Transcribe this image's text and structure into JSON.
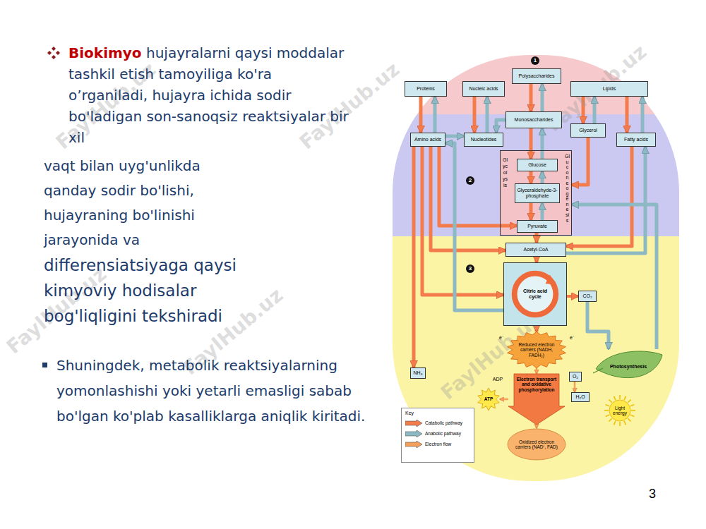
{
  "diagram": {
    "nodes": [
      {
        "text": [
          "Polysaccharides"
        ]
      },
      {
        "text": [
          "Proteins"
        ]
      },
      {
        "text": [
          "Nucleic acids"
        ]
      },
      {
        "text": [
          "Lipids"
        ]
      },
      {
        "text": [
          "Monosaccharides"
        ]
      },
      {
        "text": [
          "Glycerol"
        ]
      },
      {
        "text": [
          "Amino acids"
        ]
      },
      {
        "text": [
          "Nucleotides"
        ]
      },
      {
        "text": [
          "Fatty acids"
        ]
      },
      {
        "text": [
          "Glycolysis",
          "Gluconeogenesis"
        ]
      },
      {
        "text": [
          "Glucose"
        ],
        "in": 9
      },
      {
        "text": [
          "Glyceraldehyde-3-phosphate"
        ],
        "in": 9
      },
      {
        "text": [
          "Pyruvate"
        ],
        "in": 9
      },
      {
        "text": [
          "Acetyl-CoA"
        ]
      },
      {
        "text": [
          "Citric acid cycle"
        ]
      },
      {
        "text": [
          "CO₂"
        ]
      },
      {
        "text": [
          "Reduced electron carriers (NADH, FADH₂)"
        ]
      },
      {
        "text": [
          "Electron transport and oxidative phosphorylation"
        ]
      },
      {
        "text": [
          "Oxidized electron carriers (NAD⁺, FAD)"
        ]
      },
      {
        "text": [
          "NH₃"
        ]
      },
      {
        "text": [
          "ATP"
        ]
      },
      {
        "text": [
          "O₂"
        ]
      },
      {
        "text": [
          "H₂O"
        ]
      },
      {
        "text": [
          "Photosynthesis"
        ]
      },
      {
        "text": [
          "Light energy"
        ]
      }
    ],
    "edges": [
      {
        "from": 1,
        "to": 6,
        "arrow": "to"
      },
      {
        "from": 6,
        "to": 1,
        "arrow": "to"
      },
      {
        "from": 2,
        "to": 7,
        "arrow": "to"
      },
      {
        "from": 7,
        "to": 2,
        "arrow": "to"
      },
      {
        "from": 0,
        "to": 4,
        "arrow": "to"
      },
      {
        "from": 4,
        "to": 0,
        "arrow": "to"
      },
      {
        "from": 3,
        "to": 5,
        "arrow": "to"
      },
      {
        "from": 5,
        "to": 3,
        "arrow": "to"
      },
      {
        "from": 3,
        "to": 8,
        "arrow": "to"
      },
      {
        "from": 8,
        "to": 3,
        "arrow": "to"
      },
      {
        "from": 4,
        "to": 7,
        "arrow": "to"
      },
      {
        "from": 4,
        "to": 10,
        "arrow": "to"
      },
      {
        "from": 10,
        "to": 4,
        "arrow": "to"
      },
      {
        "from": 10,
        "to": 11,
        "arrow": "to"
      },
      {
        "from": 11,
        "to": 10,
        "arrow": "to"
      },
      {
        "from": 11,
        "to": 12,
        "arrow": "to"
      },
      {
        "from": 12,
        "to": 11,
        "arrow": "to"
      },
      {
        "from": 12,
        "to": 13,
        "arrow": "to"
      },
      {
        "from": 13,
        "to": 14,
        "arrow": "to"
      },
      {
        "from": 14,
        "to": 15,
        "arrow": "to"
      },
      {
        "from": 14,
        "to": 16,
        "arrow": "to"
      },
      {
        "from": 16,
        "to": 17,
        "arrow": "to"
      },
      {
        "from": 17,
        "to": 18,
        "arrow": "to"
      },
      {
        "from": 6,
        "to": 12,
        "arrow": "to"
      },
      {
        "from": 6,
        "to": 13,
        "arrow": "to"
      },
      {
        "from": 6,
        "to": 14,
        "arrow": "to"
      },
      {
        "from": 6,
        "to": 19,
        "arrow": "to"
      },
      {
        "from": 14,
        "to": 6,
        "arrow": "to"
      },
      {
        "from": 6,
        "to": 7,
        "arrow": "to"
      },
      {
        "from": 5,
        "to": 9,
        "arrow": "to"
      },
      {
        "from": 8,
        "to": 13,
        "arrow": "to"
      },
      {
        "from": 13,
        "to": 8,
        "arrow": "to"
      },
      {
        "from": 23,
        "to": 9,
        "arrow": "to"
      },
      {
        "from": 15,
        "to": 23,
        "arrow": "to"
      },
      {
        "from": 17,
        "to": 20,
        "arrow": "to"
      },
      {
        "from": 21,
        "to": 22,
        "arrow": "to"
      }
    ],
    "labels": [
      "Biokimyo",
      "hujayralarni qaysi moddalar tashkil etish tamoyiliga ko'ra o’rganiladi, hujayra ichida sodir bo'ladigan son-sanoqsiz reaktsiyalar bir xil",
      "vaqt bilan uyg'unlikda qanday sodir bo'lishi, hujayraning bo'linishi jarayonida va",
      "differensiatsiyaga qaysi kimyoviy hodisalar bog'liqligini tekshiradi",
      "Shuningdek, metabolik reaktsiyalarning yomonlashishi yoki yetarli emasligi sabab bo'lgan ko'plab kasalliklarga aniqlik kiritadi.",
      "1",
      "2",
      "3",
      "e⁻",
      "e⁻",
      "ADP",
      "Key",
      "3",
      "FaylHub.uz",
      "FaylHub.uz",
      "FaylHub.uz",
      "FaylHub.uz",
      "FaylHub.uz",
      "FaylHub.uz"
    ],
    "legend": [
      {
        "text": "Catabolic pathway",
        "color": "#f47c4c"
      },
      {
        "text": "Anabolic pathway",
        "color": "#8cb9c3"
      },
      {
        "text": "Electron flow",
        "color": "#f5a05a"
      }
    ]
  }
}
